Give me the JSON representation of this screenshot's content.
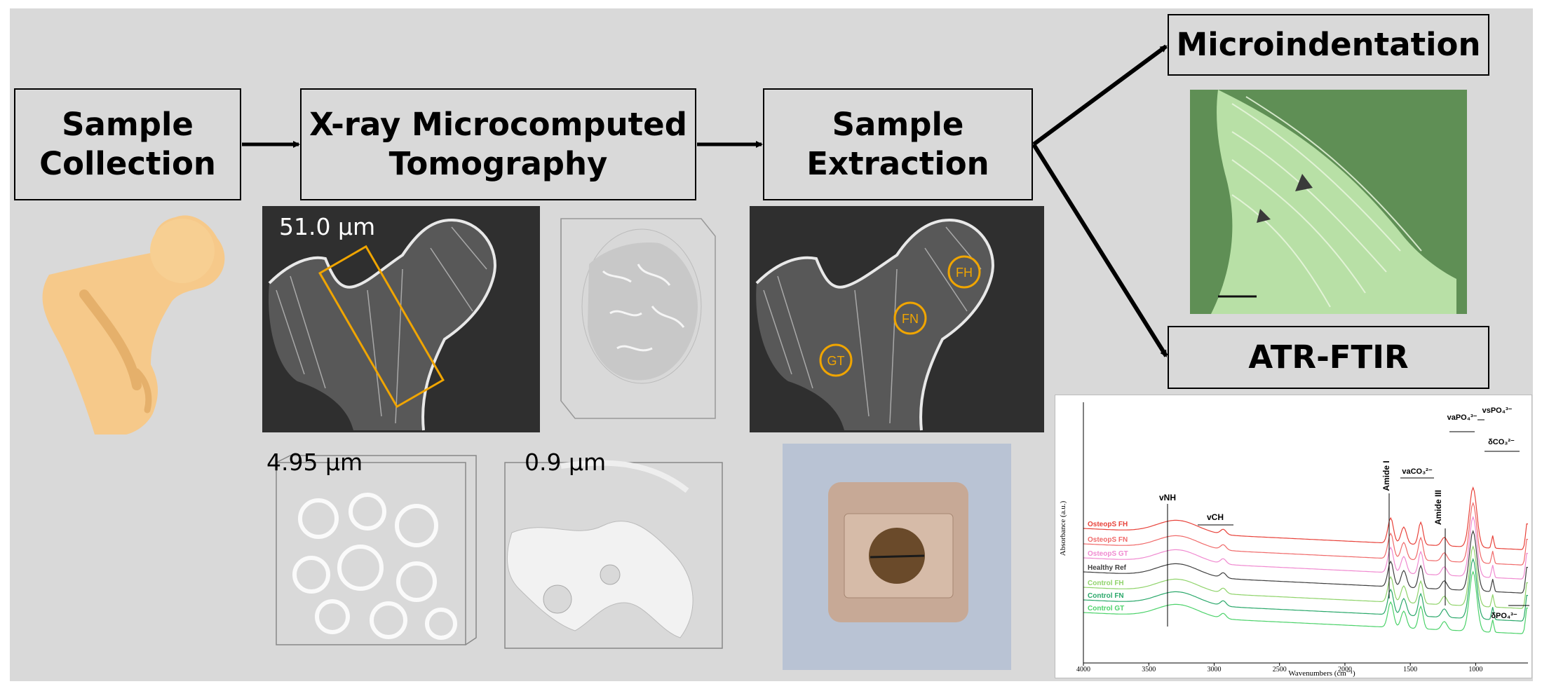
{
  "steps": {
    "collection": {
      "line1": "Sample",
      "line2": "Collection"
    },
    "microct": {
      "line1": "X-ray Microcomputed",
      "line2": "Tomography"
    },
    "extraction": {
      "line1": "Sample",
      "line2": "Extraction"
    },
    "microindentation": {
      "label": "Microindentation"
    },
    "atrftir": {
      "label": "ATR-FTIR"
    }
  },
  "resolutions": {
    "r1": "51.0 μm",
    "r2": "4.95 μm",
    "r3": "0.9 μm"
  },
  "regions": {
    "fh": "FH",
    "fn": "FN",
    "gt": "GT"
  },
  "colors": {
    "background": "#d9d9d9",
    "highlight": "#f0a500",
    "bone": "#f6c98a",
    "microscope": "#6b9a5a"
  },
  "chart_data": {
    "type": "line",
    "xlabel": "Wavenumbers (cm⁻¹)",
    "ylabel": "Absorbance (a.u.)",
    "xlim": [
      4000,
      600
    ],
    "x_ticks": [
      "4000",
      "3500",
      "3000",
      "2500",
      "2000",
      "1500",
      "1000"
    ],
    "series": [
      {
        "name": "OsteopS FH",
        "color": "#e8423a"
      },
      {
        "name": "OsteopS FN",
        "color": "#f06a6a"
      },
      {
        "name": "OsteopS GT",
        "color": "#f08ad0"
      },
      {
        "name": "Healthy Ref",
        "color": "#404040"
      },
      {
        "name": "Control FH",
        "color": "#8fd36a"
      },
      {
        "name": "Control FN",
        "color": "#2aa86a"
      },
      {
        "name": "Control GT",
        "color": "#4cd26a"
      }
    ],
    "annotations": {
      "vnh": "vNH",
      "vch": "vCH",
      "amide1": "Amide I",
      "vaco3": "vaCO₃²⁻",
      "amide3": "Amide III",
      "vapo4": "vaPO₄³⁻",
      "vspo4": "vsPO₄³⁻",
      "dco3": "δCO₃²⁻",
      "dpo4": "δPO₄³⁻"
    }
  }
}
